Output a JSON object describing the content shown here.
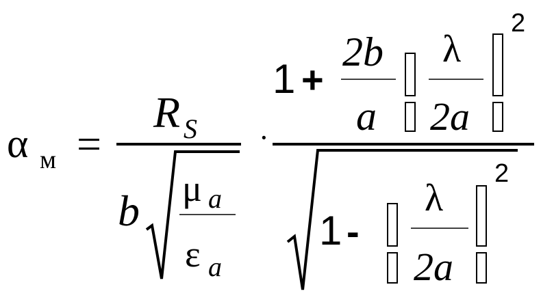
{
  "formula": {
    "lhs": {
      "symbol": "α",
      "subscript": "м"
    },
    "equals": "=",
    "first_fraction": {
      "numerator": {
        "symbol": "R",
        "subscript": "S"
      },
      "denominator": {
        "coefficient": "b",
        "radicand": {
          "numerator": {
            "symbol": "μ",
            "subscript": "a"
          },
          "denominator": {
            "symbol": "ε",
            "subscript": "a"
          }
        }
      }
    },
    "dot": "·",
    "second_fraction": {
      "numerator": {
        "one": "1",
        "plus": "+",
        "coef_numerator": "2b",
        "coef_denominator": "a",
        "ratio_numerator": "λ",
        "ratio_denominator": "2a",
        "exponent": "2"
      },
      "denominator": {
        "one": "1",
        "minus": "-",
        "ratio_numerator": "λ",
        "ratio_denominator": "2a",
        "exponent": "2"
      }
    }
  },
  "colors": {
    "ink": "#000000",
    "background": "#ffffff"
  }
}
